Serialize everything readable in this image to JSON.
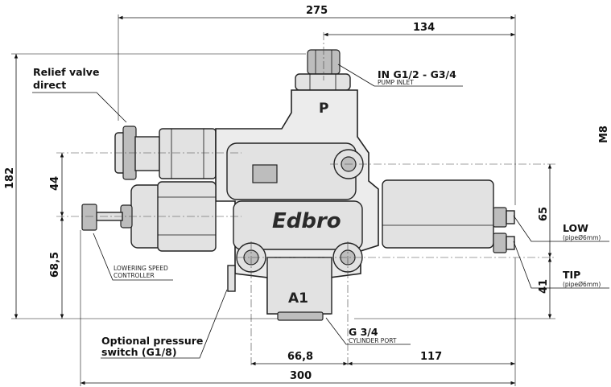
{
  "product": {
    "brand": "Edbro",
    "port_p": "P",
    "port_a1": "A1"
  },
  "dimensions": {
    "total_height": "275",
    "inlet_offset": "134",
    "height_left": "182",
    "upper_offset": "44",
    "lower_offset": "68,5",
    "right_upper": "65",
    "right_lower": "41",
    "port_spacing": "66,8",
    "right_base": "117",
    "total_width": "300",
    "thread": "M8"
  },
  "labels": {
    "relief_valve": [
      "Relief valve",
      "direct"
    ],
    "inlet": {
      "title": "IN G1/2 - G3/4",
      "sub": "PUMP INLET"
    },
    "lowering": [
      "LOWERING SPEED",
      "CONTROLLER"
    ],
    "low": {
      "title": "LOW",
      "sub": "(pipeØ6mm)"
    },
    "tip": {
      "title": "TIP",
      "sub": "(pipeØ6mm)"
    },
    "pressure_switch": [
      "Optional pressure",
      "switch (G1/8)"
    ],
    "cylinder": {
      "title": "G 3/4",
      "sub": "CYLINDER PORT"
    }
  },
  "colors": {
    "line": "#111111",
    "body_fill": "#ececec",
    "part_fill": "#e2e2e2"
  }
}
